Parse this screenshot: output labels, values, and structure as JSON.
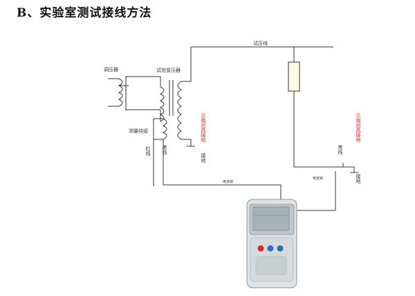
{
  "title": "B、实验室测试接线方法",
  "labels": {
    "regulator": "调压器",
    "test_transformer": "试验变压器",
    "test_line": "测量绕组",
    "high_voltage_line": "试压线",
    "gnd1": "接地",
    "red1": "示值对高接地",
    "wire1": "红线",
    "wire2": "黑线",
    "wire3": "黑线",
    "gnd2": "接地",
    "red2": "示值对高接地",
    "clamp1": "电流钳",
    "clamp2": "电流钳"
  },
  "device": {
    "buttons": [
      {
        "name": "red-button",
        "color": "#d8262b"
      },
      {
        "name": "blue-button-left",
        "color": "#2b6fbf"
      },
      {
        "name": "blue-button-right",
        "color": "#2b6fbf"
      }
    ]
  }
}
